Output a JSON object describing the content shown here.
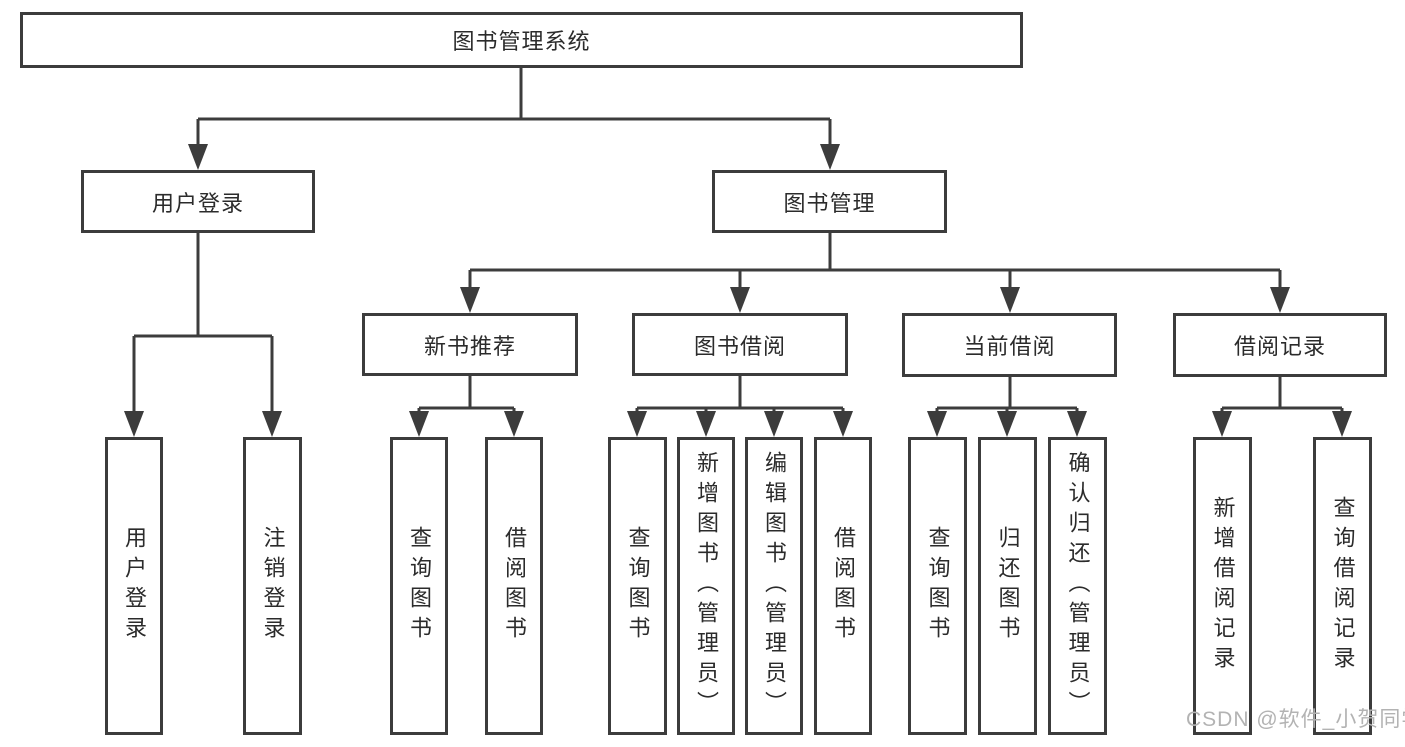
{
  "colors": {
    "line": "#3c3c3c",
    "box_border": "#3c3c3c",
    "box_background": "#ffffff",
    "text": "#2b2b2b",
    "watermark": "#b3b3b3"
  },
  "watermark": {
    "text": "CSDN @软件_小贺同学"
  },
  "diagram": {
    "root": {
      "label": "图书管理系统"
    },
    "branches": [
      {
        "label": "用户登录",
        "children": [
          {
            "label": "用户登录"
          },
          {
            "label": "注销登录"
          }
        ]
      },
      {
        "label": "图书管理",
        "children": [
          {
            "label": "新书推荐",
            "children": [
              {
                "label": "查询图书"
              },
              {
                "label": "借阅图书"
              }
            ]
          },
          {
            "label": "图书借阅",
            "children": [
              {
                "label": "查询图书"
              },
              {
                "label": "新增图书（管理员）"
              },
              {
                "label": "编辑图书（管理员）"
              },
              {
                "label": "借阅图书"
              }
            ]
          },
          {
            "label": "当前借阅",
            "children": [
              {
                "label": "查询图书"
              },
              {
                "label": "归还图书"
              },
              {
                "label": "确认归还（管理员）"
              }
            ]
          },
          {
            "label": "借阅记录",
            "children": [
              {
                "label": "新增借阅记录"
              },
              {
                "label": "查询借阅记录"
              }
            ]
          }
        ]
      }
    ]
  }
}
